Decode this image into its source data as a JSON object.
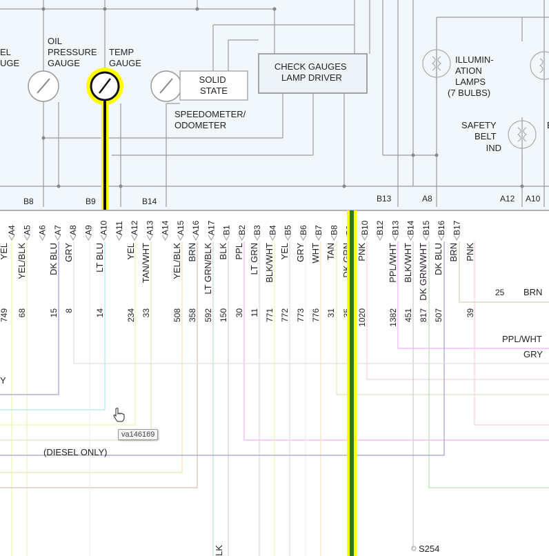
{
  "labels": {
    "fuel_gauge_partial": [
      "EL",
      "UGE"
    ],
    "oil_pressure_gauge": [
      "OIL",
      "PRESSURE",
      "GAUGE"
    ],
    "temp_gauge": [
      "TEMP",
      "GAUGE"
    ],
    "solid_state": [
      "SOLID",
      "STATE"
    ],
    "speedometer": [
      "SPEEDOMETER/",
      "ODOMETER"
    ],
    "check_gauges": [
      "CHECK GAUGES",
      "LAMP DRIVER"
    ],
    "illumination": [
      "ILLUMIN-",
      "ATION",
      "LAMPS",
      "(7 BULBS)"
    ],
    "safety_belt": [
      "SAFETY",
      "BELT",
      "IND"
    ],
    "diesel_only": "(DIESEL ONLY)",
    "splice": "S254",
    "tooltip": "va146169",
    "right_brn_circuit": "25",
    "right_brn_color": "BRN",
    "right_ppl_wht": "PPL/WHT",
    "right_gry": "GRY",
    "bottom_blk_partial": "LK",
    "left_partial_y": "Y"
  },
  "connector_pins_top": [
    "B8",
    "B9",
    "B14",
    "B13",
    "A8",
    "A12",
    "A10"
  ],
  "pins": [
    "A4",
    "A5",
    "A6",
    "A7",
    "A8",
    "A9",
    "A10",
    "A11",
    "A12",
    "A13",
    "A14",
    "A15",
    "A16",
    "A17",
    "B1",
    "B2",
    "B3",
    "B4",
    "B5",
    "B6",
    "B7",
    "B8",
    "B9",
    "B10",
    "B12",
    "B13",
    "B14",
    "B15",
    "B16",
    "B17"
  ],
  "wires": [
    {
      "color": "YEL",
      "circuit": "749"
    },
    {
      "color": "YEL/BLK",
      "circuit": "68"
    },
    {
      "color": "DK BLU",
      "circuit": "15"
    },
    {
      "color": "GRY",
      "circuit": "8"
    },
    {
      "color": "LT BLU",
      "circuit": "14"
    },
    {
      "color": "YEL",
      "circuit": "234"
    },
    {
      "color": "TAN/WHT",
      "circuit": "33"
    },
    {
      "color": "YEL/BLK",
      "circuit": "508"
    },
    {
      "color": "BRN",
      "circuit": "358"
    },
    {
      "color": "LT GRN/BLK",
      "circuit": "592"
    },
    {
      "color": "BLK",
      "circuit": "150"
    },
    {
      "color": "PPL",
      "circuit": "30"
    },
    {
      "color": "LT GRN",
      "circuit": "11"
    },
    {
      "color": "BLK/WHT",
      "circuit": "771"
    },
    {
      "color": "YEL",
      "circuit": "772"
    },
    {
      "color": "GRY",
      "circuit": "773"
    },
    {
      "color": "WHT",
      "circuit": "776"
    },
    {
      "color": "TAN",
      "circuit": "31"
    },
    {
      "color": "DK GRN",
      "circuit": "35"
    },
    {
      "color": "PNK",
      "circuit": "1020"
    },
    {
      "color": "PPL/WHT",
      "circuit": "1382"
    },
    {
      "color": "BLK/WHT",
      "circuit": "451"
    },
    {
      "color": "DK GRN/WHT",
      "circuit": "817"
    },
    {
      "color": "DK BLU",
      "circuit": "507"
    },
    {
      "color": "BRN",
      "circuit": ""
    },
    {
      "color": "PNK",
      "circuit": "39"
    }
  ],
  "colors": {
    "highlight": "#ffff00",
    "highlight_core": "#2a7a1a",
    "panel": "#f2f7fb",
    "line": "#999999"
  }
}
